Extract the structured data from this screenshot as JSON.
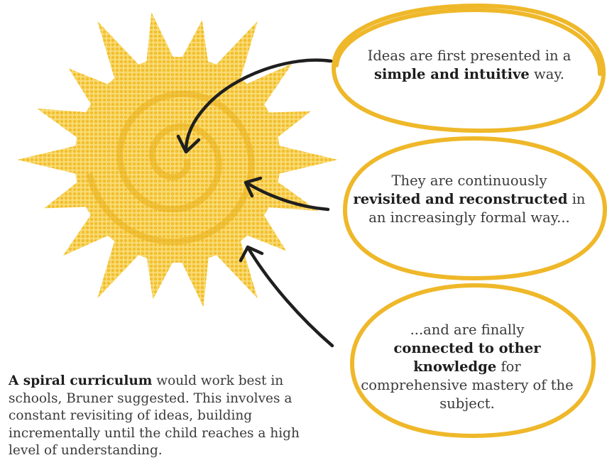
{
  "colors": {
    "sun": "#f4c430",
    "sun_dark": "#eab01c",
    "bubble_outline": "#efb82a",
    "arrow": "#1f1f1f",
    "text": "#3a3a3a"
  },
  "icons": {
    "sun": "sun-icon",
    "arrows": "curved-arrow-icon"
  },
  "bubbles": [
    {
      "text_before": "Ideas are first presented in a",
      "bold": "simple and intuitive",
      "text_after": "way."
    },
    {
      "text_before": "They are continuously",
      "bold": "revisited and reconstructed",
      "text_after": "in an increasingly formal way..."
    },
    {
      "text_before": "...and are finally",
      "bold": "connected to other knowledge",
      "text_after": "for comprehensive mastery of the subject."
    }
  ],
  "caption": {
    "bold": "A spiral curriculum",
    "text": "would work best in schools, Bruner suggested. This involves a constant revisiting of ideas, building incrementally until the child reaches a high level of understanding."
  }
}
